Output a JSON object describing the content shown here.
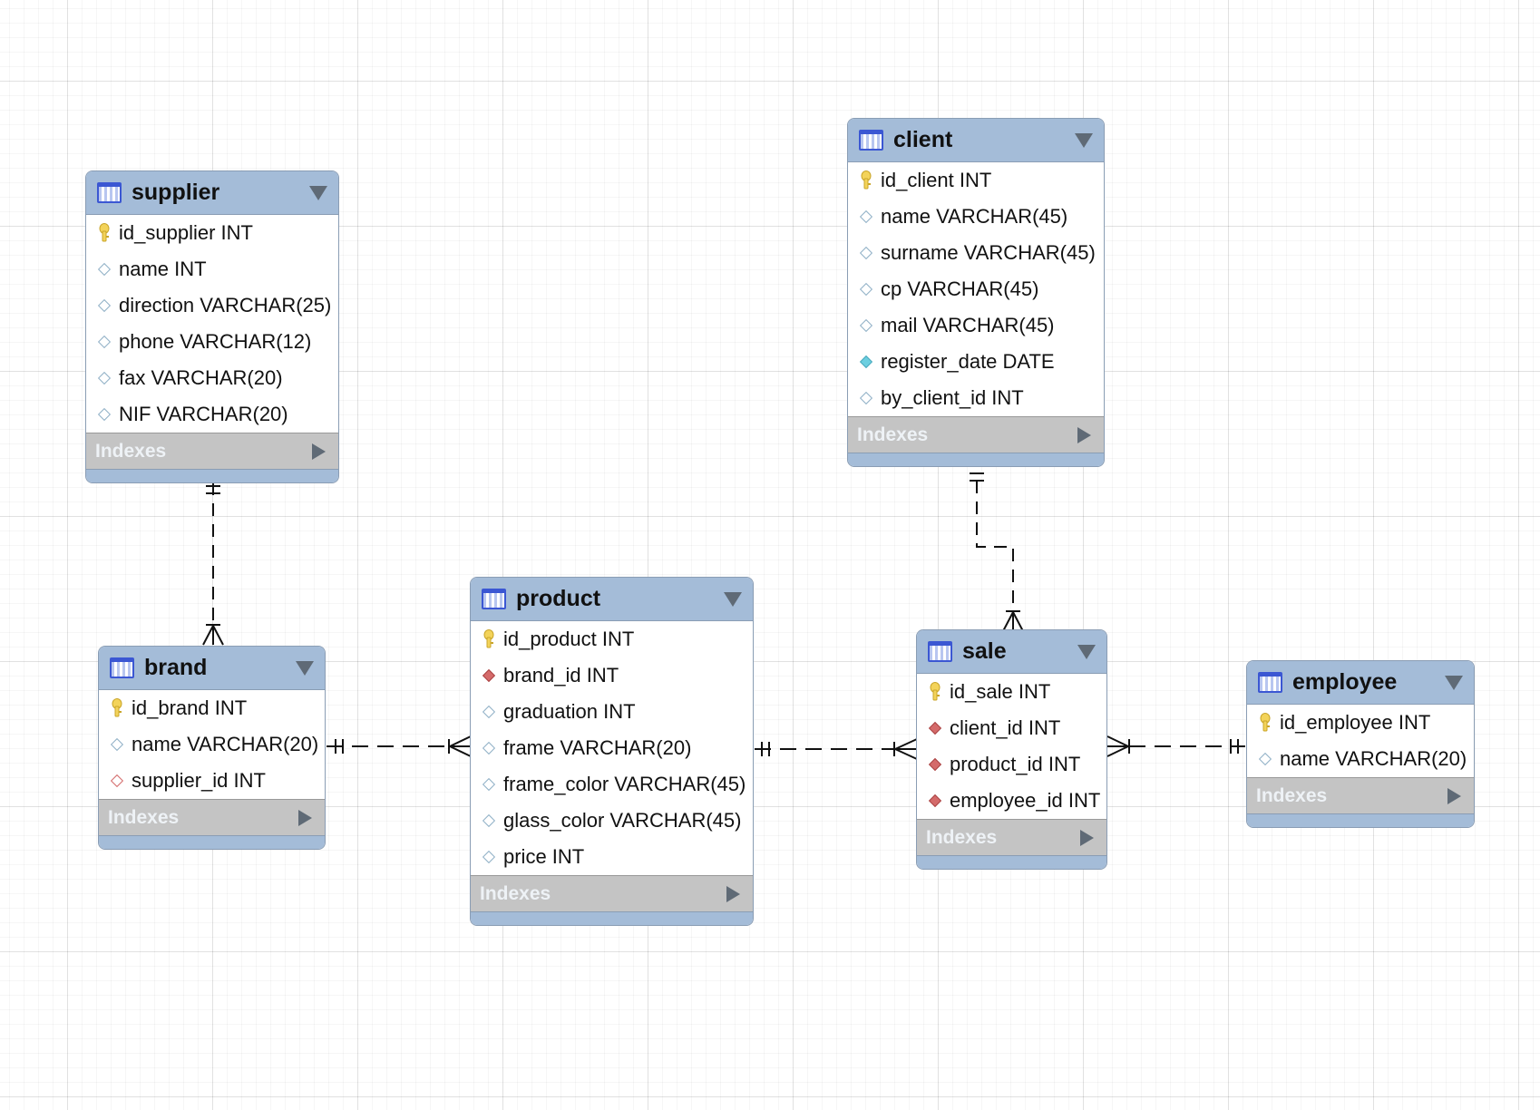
{
  "indexes_label": "Indexes",
  "colors": {
    "header": "#a4bcd8",
    "indexes": "#c4c4c4",
    "pk_key": "#f3d35a",
    "fk_marker": "#d46a6a",
    "connector": "#111111"
  },
  "tables": [
    {
      "id": "supplier",
      "name": "supplier",
      "fields": [
        {
          "name": "id_supplier INT",
          "icon": "key-icon"
        },
        {
          "name": "name INT",
          "icon": "diamond-icon"
        },
        {
          "name": "direction VARCHAR(25)",
          "icon": "diamond-icon"
        },
        {
          "name": "phone VARCHAR(12)",
          "icon": "diamond-icon"
        },
        {
          "name": "fax VARCHAR(20)",
          "icon": "diamond-icon"
        },
        {
          "name": "NIF VARCHAR(20)",
          "icon": "diamond-icon"
        }
      ]
    },
    {
      "id": "client",
      "name": "client",
      "fields": [
        {
          "name": "id_client INT",
          "icon": "key-icon"
        },
        {
          "name": "name VARCHAR(45)",
          "icon": "diamond-icon"
        },
        {
          "name": "surname VARCHAR(45)",
          "icon": "diamond-icon"
        },
        {
          "name": "cp VARCHAR(45)",
          "icon": "diamond-icon"
        },
        {
          "name": "mail VARCHAR(45)",
          "icon": "diamond-icon"
        },
        {
          "name": "register_date DATE",
          "icon": "filled-cyan-diamond-icon"
        },
        {
          "name": "by_client_id INT",
          "icon": "diamond-icon"
        }
      ]
    },
    {
      "id": "brand",
      "name": "brand",
      "fields": [
        {
          "name": "id_brand INT",
          "icon": "key-icon"
        },
        {
          "name": "name VARCHAR(20)",
          "icon": "diamond-icon"
        },
        {
          "name": "supplier_id INT",
          "icon": "red-outline-diamond-icon"
        }
      ]
    },
    {
      "id": "product",
      "name": "product",
      "fields": [
        {
          "name": "id_product INT",
          "icon": "key-icon"
        },
        {
          "name": "brand_id INT",
          "icon": "red-diamond-icon"
        },
        {
          "name": "graduation INT",
          "icon": "diamond-icon"
        },
        {
          "name": "frame VARCHAR(20)",
          "icon": "diamond-icon"
        },
        {
          "name": "frame_color VARCHAR(45)",
          "icon": "diamond-icon"
        },
        {
          "name": "glass_color VARCHAR(45)",
          "icon": "diamond-icon"
        },
        {
          "name": "price INT",
          "icon": "diamond-icon"
        }
      ]
    },
    {
      "id": "sale",
      "name": "sale",
      "fields": [
        {
          "name": "id_sale INT",
          "icon": "key-icon"
        },
        {
          "name": "client_id INT",
          "icon": "red-diamond-icon"
        },
        {
          "name": "product_id INT",
          "icon": "red-diamond-icon"
        },
        {
          "name": "employee_id INT",
          "icon": "red-diamond-icon"
        }
      ]
    },
    {
      "id": "employee",
      "name": "employee",
      "fields": [
        {
          "name": "id_employee INT",
          "icon": "key-icon"
        },
        {
          "name": "name VARCHAR(20)",
          "icon": "diamond-icon"
        }
      ]
    }
  ],
  "relationships": [
    {
      "from": "supplier",
      "to": "brand",
      "from_end": "one-and-only-one",
      "to_end": "one-or-many"
    },
    {
      "from": "brand",
      "to": "product",
      "from_end": "one-and-only-one",
      "to_end": "one-or-many"
    },
    {
      "from": "product",
      "to": "sale",
      "from_end": "one-and-only-one",
      "to_end": "one-or-many"
    },
    {
      "from": "client",
      "to": "sale",
      "from_end": "one-and-only-one",
      "to_end": "one-or-many"
    },
    {
      "from": "employee",
      "to": "sale",
      "from_end": "one-and-only-one",
      "to_end": "one-or-many"
    }
  ]
}
